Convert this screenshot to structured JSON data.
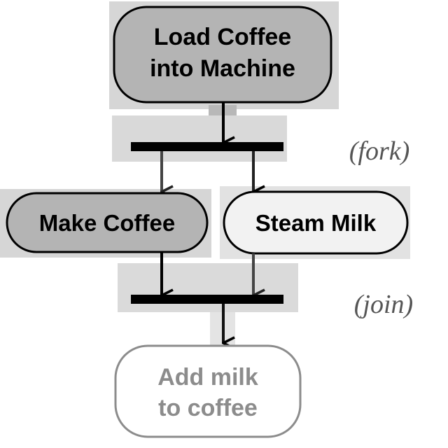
{
  "diagram": {
    "activities": {
      "load": {
        "line1": "Load Coffee",
        "line2": "into Machine"
      },
      "make": {
        "label": "Make Coffee"
      },
      "steam": {
        "label": "Steam Milk"
      },
      "add": {
        "line1": "Add milk",
        "line2": "to coffee"
      }
    },
    "annotations": {
      "fork": "(fork)",
      "join": "(join)"
    },
    "colors": {
      "active_fill": "#b4b4b4",
      "highlight_bg": "#d6d6d6",
      "light_fill": "#f2f2f2",
      "inactive_fill": "#ffffff",
      "stroke": "#000000",
      "faded_stroke": "#8c8c8c",
      "faded_text": "#8c8c8c",
      "annotation_text": "#555555"
    }
  }
}
